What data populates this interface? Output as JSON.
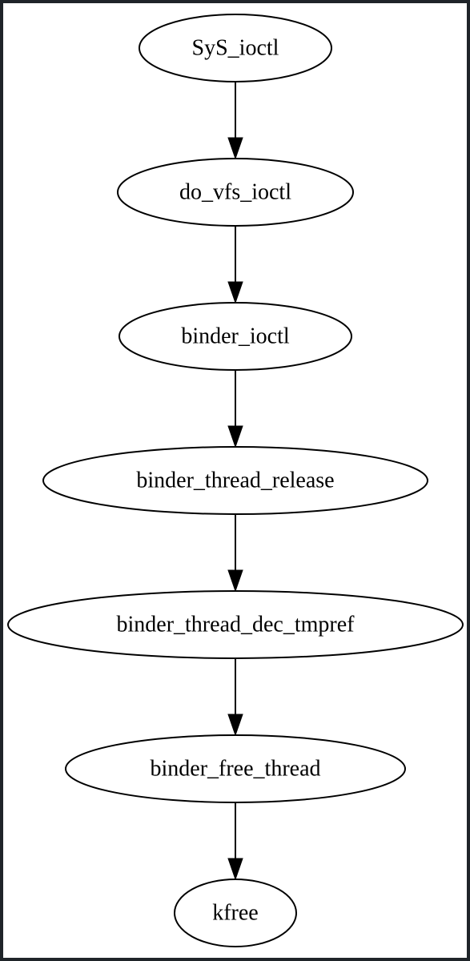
{
  "diagram": {
    "type": "call-graph",
    "nodes": [
      {
        "id": "n0",
        "label": "SyS_ioctl"
      },
      {
        "id": "n1",
        "label": "do_vfs_ioctl"
      },
      {
        "id": "n2",
        "label": "binder_ioctl"
      },
      {
        "id": "n3",
        "label": "binder_thread_release"
      },
      {
        "id": "n4",
        "label": "binder_thread_dec_tmpref"
      },
      {
        "id": "n5",
        "label": "binder_free_thread"
      },
      {
        "id": "n6",
        "label": "kfree"
      }
    ],
    "edges": [
      {
        "from": "n0",
        "to": "n1"
      },
      {
        "from": "n1",
        "to": "n2"
      },
      {
        "from": "n2",
        "to": "n3"
      },
      {
        "from": "n3",
        "to": "n4"
      },
      {
        "from": "n4",
        "to": "n5"
      },
      {
        "from": "n5",
        "to": "n6"
      }
    ]
  },
  "colors": {
    "frame": "#1f2429",
    "background": "#ffffff",
    "stroke": "#000000",
    "text": "#000000"
  }
}
